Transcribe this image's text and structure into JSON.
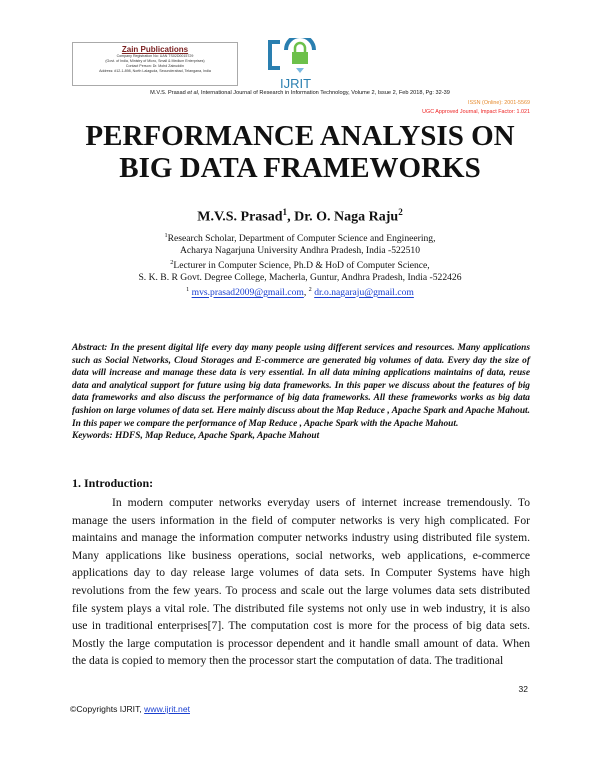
{
  "publisher": {
    "name": "Zain Publications",
    "lines": [
      "Company Registration No: UAN TS02D0015729",
      "(Govt. of India, Ministry of Micro, Small & Medium Enterprises)",
      "Contact Person: Dr. Mohd Zainuddin",
      "Address: #12-1-898, North Lalaguda, Secunderabad, Telangana, India"
    ]
  },
  "logo": {
    "text": "IJRIT"
  },
  "header": {
    "authors": "M.V.S. Prasad ",
    "etal": "et al",
    "rest": ", International Journal of Research in Information Technology, Volume 2, Issue 2, Feb 2018, Pg: 32-39",
    "issn": "ISSN (Online): 2001-5569",
    "ugc": "UGC Approved Journal, Impact Factor: 1.021"
  },
  "title": {
    "line1": "PERFORMANCE ANALYSIS ON",
    "line2": "BIG DATA FRAMEWORKS"
  },
  "authors": {
    "a1": "M.V.S. Prasad",
    "s1": "1",
    "sep": ", Dr. O. Naga Raju",
    "s2": "2"
  },
  "affiliations": {
    "l1s": "1",
    "l1": "Research Scholar, Department of Computer Science and Engineering,",
    "l2": "Acharya Nagarjuna University Andhra Pradesh, India -522510",
    "l3s": "2",
    "l3": "Lecturer in Computer Science, Ph.D & HoD of Computer Science,",
    "l4": "S. K. B. R Govt. Degree College, Macherla, Guntur, Andhra Pradesh, India -522426",
    "e1s": "1",
    "e1": "mvs.prasad2009@gmail.com",
    "e2s": "2",
    "e2": "dr.o.nagaraju@gmail.com"
  },
  "abstract": {
    "text": "Abstract: In the present digital life every day many people  using different services  and resources. Many applications such as Social Networks, Cloud Storages and E-commerce are generated big volumes of data. Every day the size of data will increase and manage these data is very essential. In all data mining applications maintains of data, reuse data and analytical support for future using big data frameworks. In this paper we discuss about the features of big data frameworks and also discuss the performance of big data frameworks. All these frameworks works as big data fashion on large volumes of data set. Here mainly discuss about the Map Reduce , Apache Spark and Apache Mahout. In this paper we compare the performance of Map Reduce , Apache Spark with the Apache Mahout.",
    "keywords": "Keywords:  HDFS, Map Reduce, Apache Spark, Apache Mahout"
  },
  "intro": {
    "heading": "1. Introduction:",
    "text": "In modern computer networks everyday users of internet increase tremendously. To manage the users information in the field of computer networks is very high complicated. For maintains and manage the information computer networks industry using distributed file system. Many applications like business operations, social networks, web applications, e-commerce applications day to day release large volumes of data sets. In Computer Systems have high revolutions from the few years. To process and scale out the large volumes data sets distributed file system plays a vital role. The distributed file systems not only use in web industry, it is also use in traditional enterprises[7]. The computation cost is more for the process of big data sets. Mostly the large computation is processor dependent and it handle small amount of data. When the data is copied to memory then the processor start the computation of data. The traditional"
  },
  "page_number": "32",
  "footer": {
    "copy": "©Copyrights IJRIT, ",
    "link": "www.ijrit.net"
  }
}
